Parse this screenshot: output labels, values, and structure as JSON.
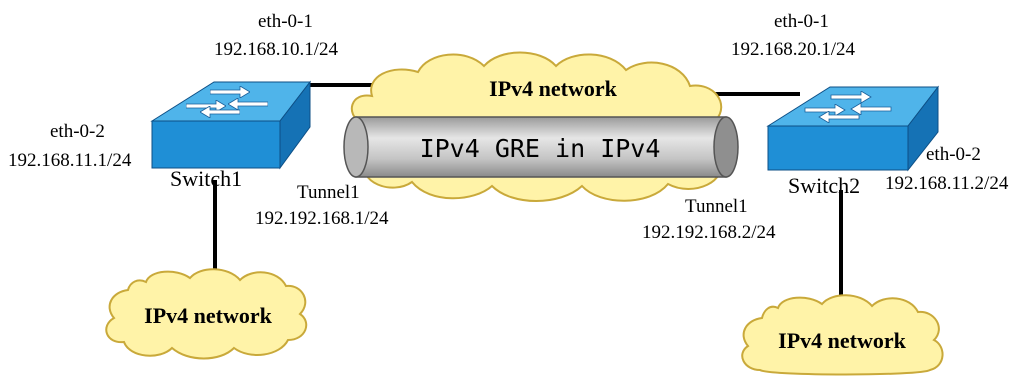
{
  "colors": {
    "cloud_fill": "#fff3a8",
    "cloud_stroke": "#c9a93a",
    "switch_top": "#4fb4ea",
    "switch_front": "#1f8fd6",
    "switch_side": "#1572b5",
    "tunnel_fill": "#c0c0c0",
    "link": "#000000"
  },
  "wan_cloud": {
    "label": "IPv4 network"
  },
  "tunnel": {
    "label": "IPv4 GRE in IPv4"
  },
  "switch1": {
    "name": "Switch1",
    "eth01_name": "eth-0-1",
    "eth01_ip": "192.168.10.1/24",
    "eth02_name": "eth-0-2",
    "eth02_ip": "192.168.11.1/24",
    "tunnel_name": "Tunnel1",
    "tunnel_ip": "192.192.168.1/24",
    "lan_cloud": "IPv4 network"
  },
  "switch2": {
    "name": "Switch2",
    "eth01_name": "eth-0-1",
    "eth01_ip": "192.168.20.1/24",
    "eth02_name": "eth-0-2",
    "eth02_ip": "192.168.11.2/24",
    "tunnel_name": "Tunnel1",
    "tunnel_ip": "192.192.168.2/24",
    "lan_cloud": "IPv4 network"
  },
  "icons": [
    "switch-icon",
    "cloud-icon",
    "tunnel-pipe-icon"
  ]
}
